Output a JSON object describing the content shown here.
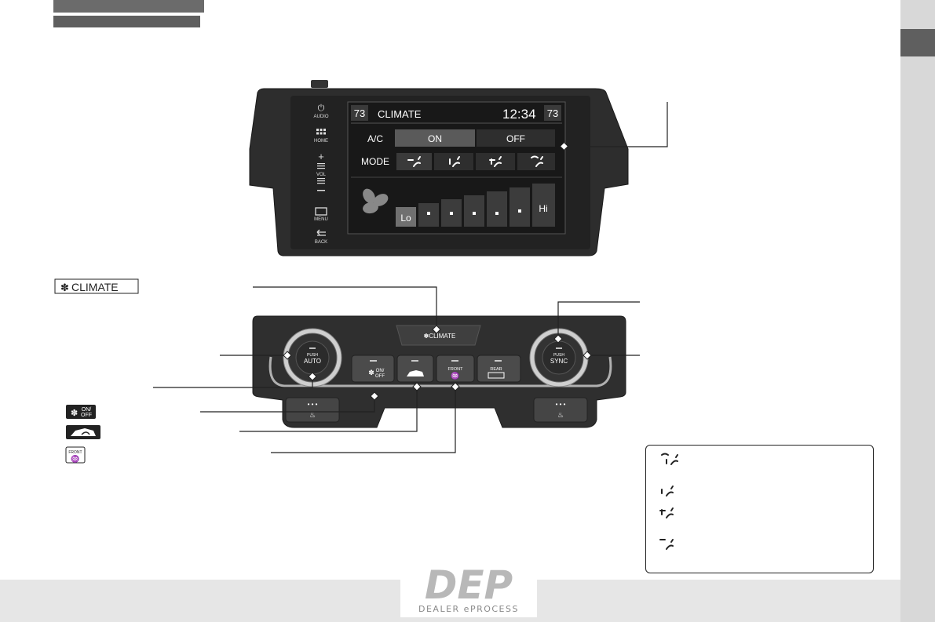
{
  "screen": {
    "left_temp": "73",
    "title": "CLIMATE",
    "time": "12:34",
    "right_temp": "73",
    "ac_label": "A/C",
    "ac_on": "ON",
    "ac_off": "OFF",
    "mode_label": "MODE",
    "fan_lo": "Lo",
    "fan_hi": "Hi"
  },
  "bezel": {
    "audio": "AUDIO",
    "home": "HOME",
    "vol": "VOL",
    "menu": "MENU",
    "back": "BACK"
  },
  "labels": {
    "climate_button": "CLIMATE",
    "fan_onoff": "ON/\nOFF",
    "front": "FRONT"
  },
  "panel": {
    "climate": "CLIMATE",
    "push": "PUSH",
    "auto": "AUTO",
    "sync": "SYNC",
    "onoff_on": "ON/",
    "onoff_off": "OFF",
    "front": "FRONT",
    "rear": "REAR"
  },
  "logo": {
    "letters": "DEP",
    "text": "DEALER ePROCESS"
  },
  "colors": {
    "screen_bg": "#1a1a1a",
    "bezel": "#2b2b2b",
    "header_bar": "#6b6b6b",
    "side_tab": "#5f5f5f"
  }
}
